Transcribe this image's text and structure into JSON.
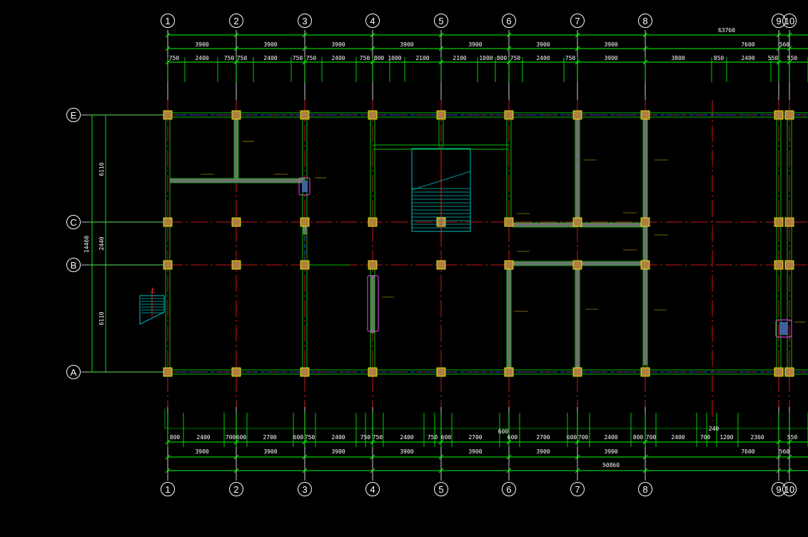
{
  "axes_columns": [
    "1",
    "2",
    "3",
    "4",
    "5",
    "6",
    "7",
    "8",
    "9",
    "10"
  ],
  "axes_rows": [
    "E",
    "C",
    "B",
    "A"
  ],
  "top_total": "63760",
  "top_spans": [
    "3900",
    "3900",
    "3900",
    "3900",
    "3900",
    "3900",
    "3900",
    "7600",
    "560"
  ],
  "top_details": [
    "750",
    "2400",
    "750",
    "750",
    "2400",
    "750",
    "750",
    "2400",
    "750",
    "800",
    "1000",
    "2100",
    "2100",
    "1000",
    "800",
    "750",
    "2400",
    "750",
    "3900",
    "3800",
    "850",
    "2400",
    "550",
    "550"
  ],
  "bottom_details": [
    "800",
    "2400",
    "700",
    "600",
    "2700",
    "600",
    "750",
    "2400",
    "750",
    "750",
    "2400",
    "750",
    "600",
    "2700",
    "600",
    "2700",
    "600",
    "700",
    "2400",
    "800",
    "700",
    "2400",
    "700",
    "1200",
    "2360",
    "550"
  ],
  "bottom_spans": [
    "3900",
    "3900",
    "3900",
    "3900",
    "3900",
    "3900",
    "3900",
    "7600",
    "560"
  ],
  "bottom_total": "50860",
  "bottom_misc": [
    "600",
    "240"
  ],
  "left_dims": {
    "total": "14460",
    "seg1": "6110",
    "seg2": "2440",
    "seg3": "6110"
  },
  "stair_label": "上",
  "colors": {
    "grid": "#ff2020",
    "dim": "#00ff00",
    "wall": "#00c000",
    "column": "#b08040",
    "hidden": "#3060ff",
    "stair": "#00c0c0",
    "text": "#ffffff",
    "annotation": "#e0c000",
    "highlight": "#ff40ff"
  }
}
